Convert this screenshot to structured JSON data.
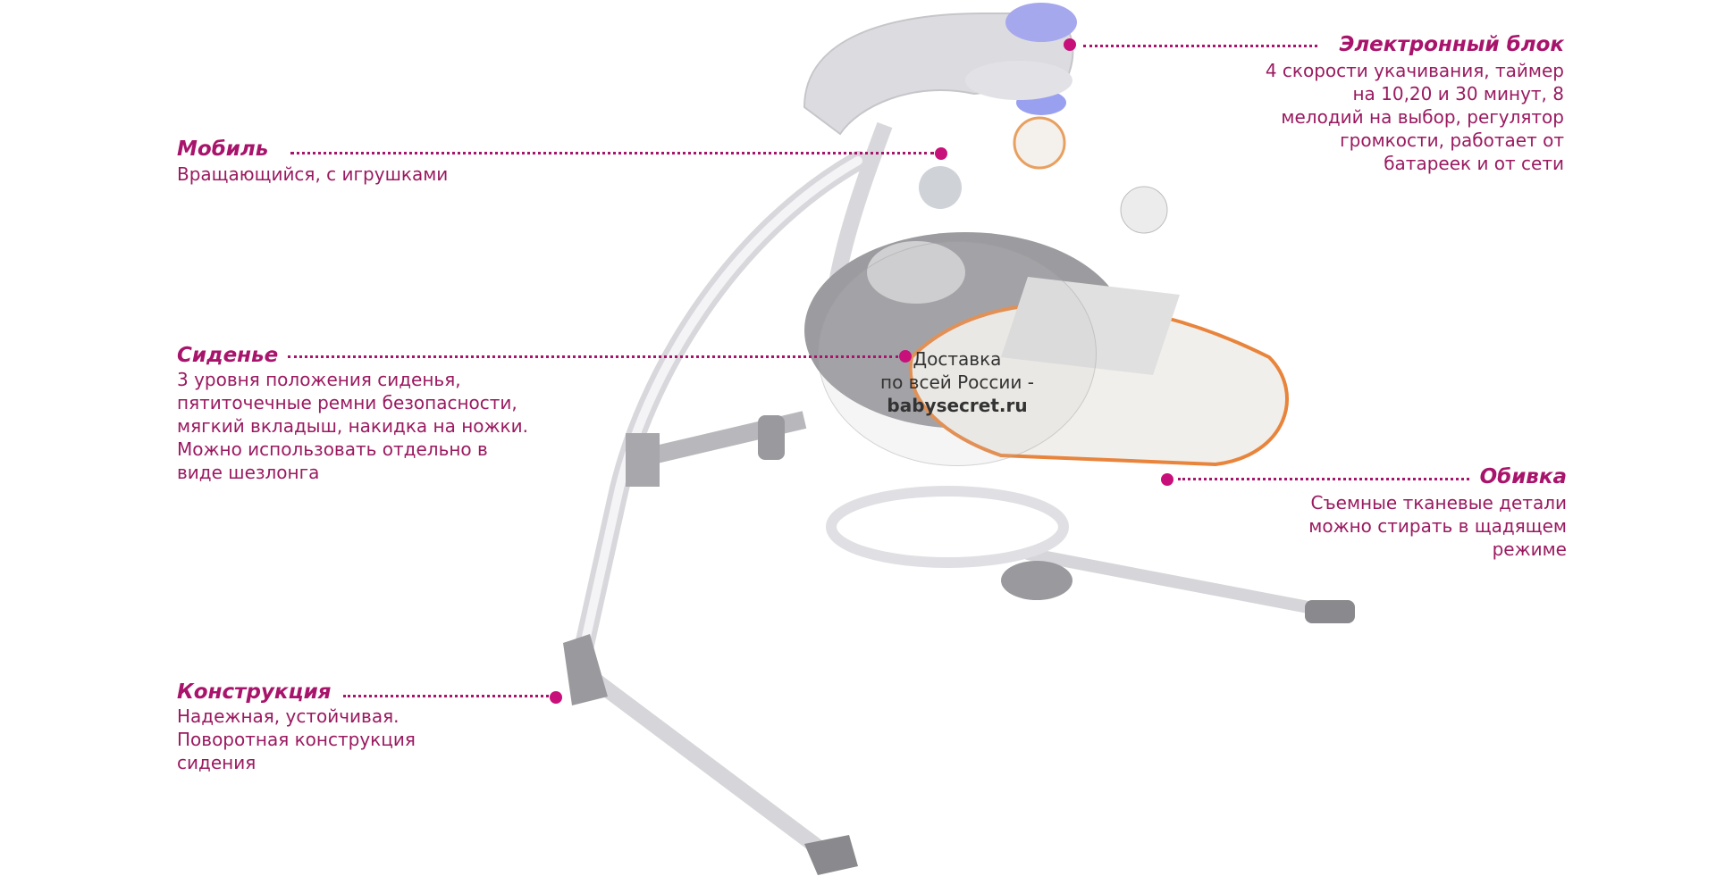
{
  "callouts": {
    "electronic": {
      "title": "Электронный блок",
      "lines": [
        "4 скорости укачивания, таймер",
        "на 10,20 и 30 минут, 8",
        "мелодий на выбор, регулятор",
        "громкости, работает от",
        "батареек и от сети"
      ]
    },
    "mobile": {
      "title": "Мобиль",
      "lines": [
        "Вращающийся, с игрушками"
      ]
    },
    "seat": {
      "title": "Сиденье",
      "lines": [
        "3 уровня положения сиденья,",
        "пятиточечные ремни безопасности,",
        "мягкий вкладыш, накидка на ножки.",
        "Можно использовать отдельно в",
        "виде шезлонга"
      ]
    },
    "upholstery": {
      "title": "Обивка",
      "lines": [
        "Съемные тканевые детали",
        "можно стирать в щадящем",
        "режиме"
      ]
    },
    "frame": {
      "title": "Конструкция",
      "lines": [
        "Надежная, устойчивая.",
        "Поворотная конструкция",
        "сидения"
      ]
    }
  },
  "watermark": {
    "line1": "Доставка",
    "line2": "по всей России -",
    "site": "babysecret.ru"
  },
  "colors": {
    "accent": "#a8146b",
    "text": "#9a1a60",
    "marker": "#c8107a"
  }
}
